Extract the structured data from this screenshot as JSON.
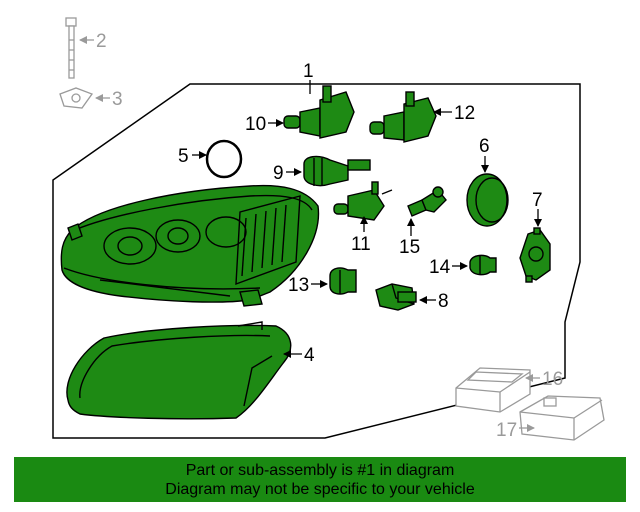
{
  "colors": {
    "highlight_fill": "#1e8a14",
    "outline": "#000000",
    "ghost_part": "#9a9a9a",
    "footer_bg": "#1a8a12"
  },
  "callouts": {
    "c1": "1",
    "c2": "2",
    "c3": "3",
    "c4": "4",
    "c5": "5",
    "c6": "6",
    "c7": "7",
    "c8": "8",
    "c9": "9",
    "c10": "10",
    "c11": "11",
    "c12": "12",
    "c13": "13",
    "c14": "14",
    "c15": "15",
    "c16": "16",
    "c17": "17"
  },
  "footer": {
    "line1": "Part or sub-assembly is #1 in diagram",
    "line2": "Diagram may not be specific to your vehicle"
  }
}
